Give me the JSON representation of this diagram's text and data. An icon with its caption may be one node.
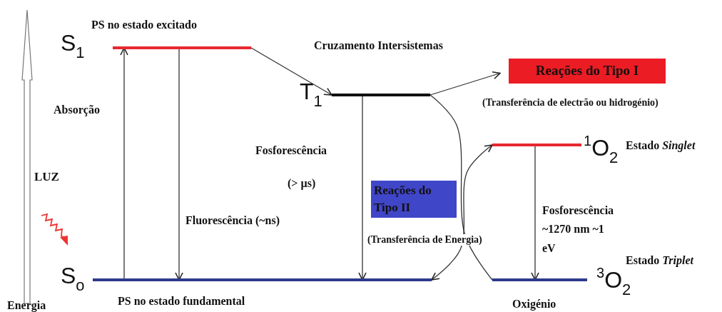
{
  "diagram": {
    "nodes": [
      {
        "text": [
          "S$_{1}$"
        ],
        "beside": [
          "PS no estado excitado"
        ]
      },
      {
        "text": [
          "T$_{1}$"
        ]
      },
      {
        "text": [
          "S$_{o}$"
        ],
        "beside": [
          "PS no estado fundamental"
        ]
      },
      {
        "text": [
          "Reações do Tipo I"
        ],
        "beside": [
          "(Transferência de electrão ou hidrogénio)"
        ]
      },
      {
        "text": [
          "Reações do Tipo II"
        ],
        "beside": [
          "(Transferência de Energia)"
        ]
      },
      {
        "text": [
          "$^{1}$O$_{2}$"
        ],
        "beside": [
          "Estado *Singlet*"
        ]
      },
      {
        "text": [
          "$^{3}$O$_{2}$"
        ],
        "beside": [
          "Estado *Triplet*",
          "Oxigénio"
        ]
      }
    ],
    "edges": [
      {
        "from": 2,
        "to": 0,
        "arrow": "to",
        "label": "Absorção"
      },
      {
        "from": 0,
        "to": 2,
        "arrow": "to",
        "label": "Fluorescência (~ns)"
      },
      {
        "from": 0,
        "to": 1,
        "arrow": "to",
        "label": "Cruzamento Intersistemas"
      },
      {
        "from": 1,
        "to": 2,
        "arrow": "to",
        "label": "Fosforescência"
      },
      {
        "from": 1,
        "to": 3,
        "arrow": "to"
      },
      {
        "from": 1,
        "to": 6,
        "arrow": "none"
      },
      {
        "from": 2,
        "to": 5,
        "arrow": "both"
      },
      {
        "from": 5,
        "to": 6,
        "arrow": "to",
        "label": "Fosforescência ~1270 nm ~1 eV"
      }
    ],
    "labels": [
      "LUZ",
      "(> µs)",
      "Energia"
    ]
  }
}
